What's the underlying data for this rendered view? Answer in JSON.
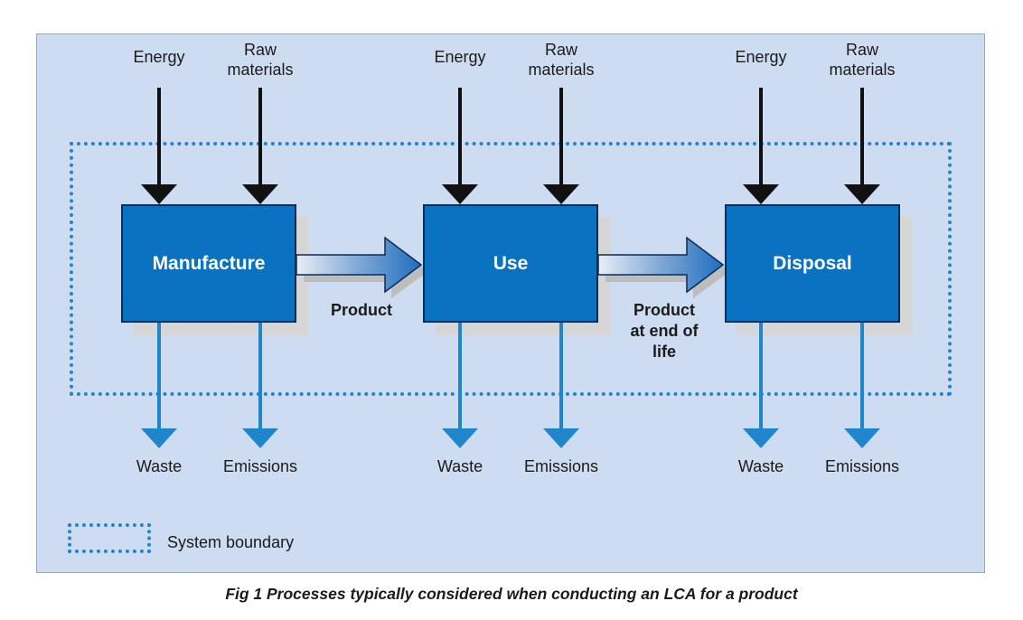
{
  "processes": [
    {
      "name": "Manufacture"
    },
    {
      "name": "Use"
    },
    {
      "name": "Disposal"
    }
  ],
  "inputs": {
    "energy": "Energy",
    "raw_materials_line1": "Raw",
    "raw_materials_line2": "materials"
  },
  "outputs": {
    "waste": "Waste",
    "emissions": "Emissions"
  },
  "flows": {
    "product": "Product",
    "end_of_life_line1": "Product",
    "end_of_life_line2": "at end of",
    "end_of_life_line3": "life"
  },
  "legend": {
    "label": "System boundary"
  },
  "caption": "Fig 1  Processes typically considered when conducting an LCA for a product",
  "colors": {
    "panel": "#cddcf1",
    "box": "#0b72c1",
    "boundary": "#1f86cc",
    "input_arrow": "#111111",
    "output_arrow": "#1f86cc"
  }
}
